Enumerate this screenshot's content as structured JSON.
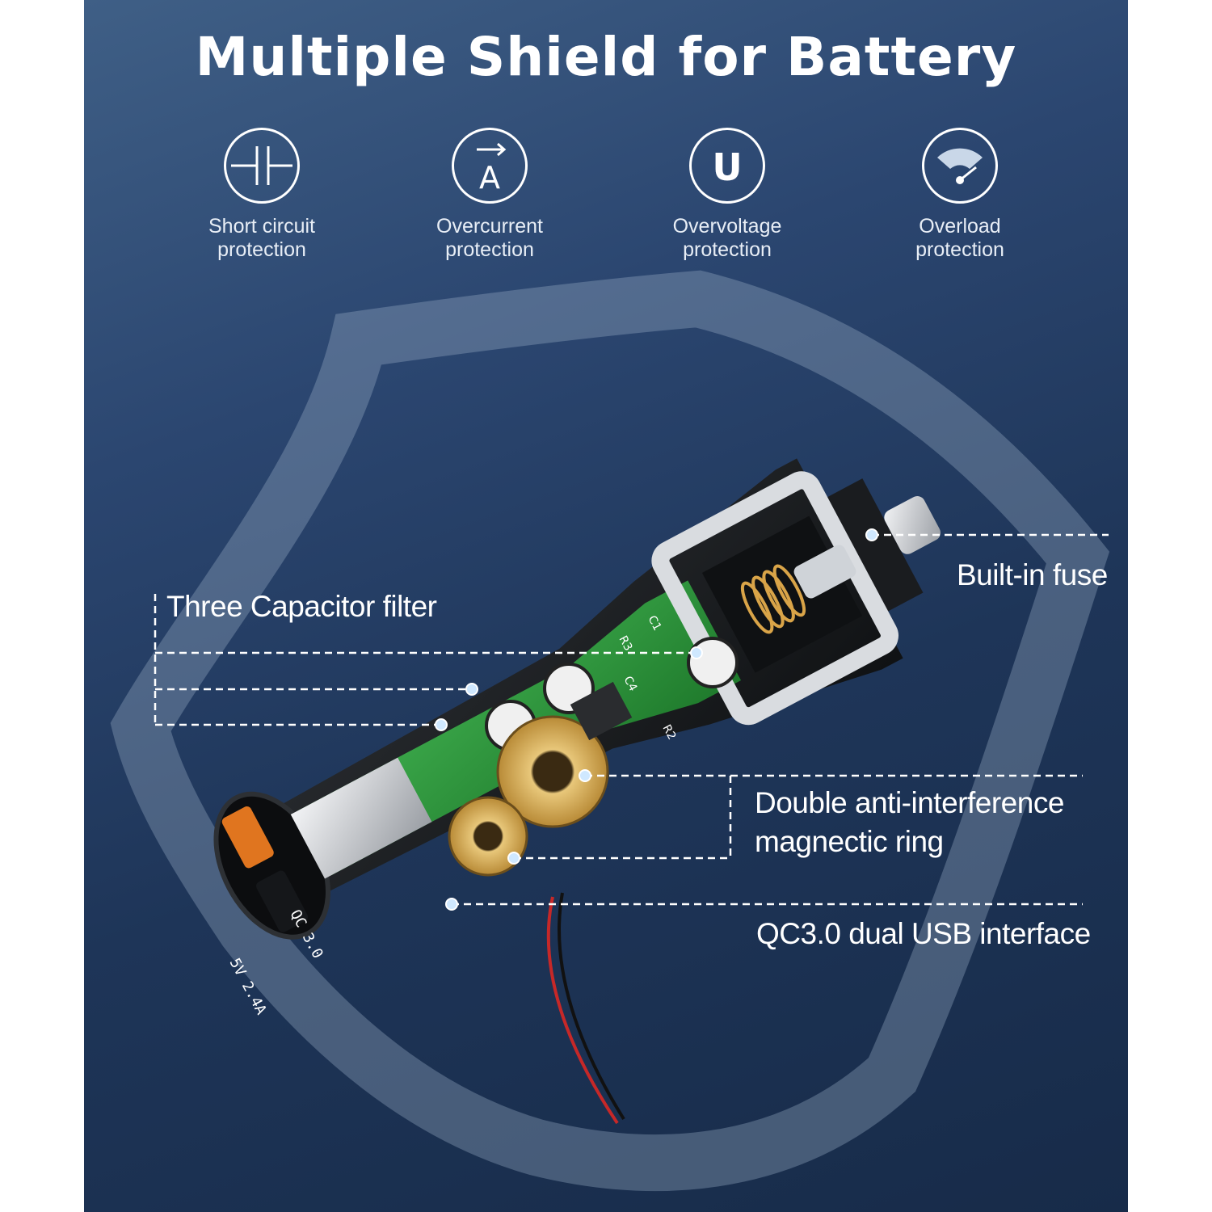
{
  "title": "Multiple Shield for Battery",
  "features": [
    {
      "label": "Short circuit\nprotection",
      "icon": "capacitor-symbol-icon"
    },
    {
      "label": "Overcurrent\nprotection",
      "icon": "current-a-icon"
    },
    {
      "label": "Overvoltage\nprotection",
      "icon": "voltage-u-icon"
    },
    {
      "label": "Overload\nprotection",
      "icon": "gauge-icon"
    }
  ],
  "callouts": {
    "fuse": "Built-in fuse",
    "capacitor": "Three Capacitor filter",
    "magnetic_ring": "Double anti-interference\nmagnectic ring",
    "usb": "QC3.0 dual USB interface"
  },
  "charger": {
    "port_label_top": "QC 3.0",
    "port_label_bottom": "5V 2.4A",
    "pcb_labels": [
      "C1",
      "R3",
      "C4",
      "R2"
    ]
  },
  "colors": {
    "background": "#243d63",
    "pcb": "#2e9b3e",
    "usb_port_accent": "#e0751f",
    "text": "#ffffff"
  }
}
